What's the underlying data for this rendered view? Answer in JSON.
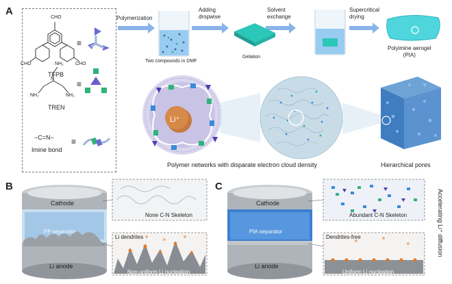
{
  "panels": {
    "a": {
      "letter": "A",
      "legend": {
        "tfpb_label": "TFPB",
        "tfpb_cho": "CHO",
        "tren_label": "TREN",
        "tren_nh2": "NH₂",
        "tren_n": "N",
        "imine_formula": "−C=N−",
        "imine_label": "Imine bond",
        "equiv": "≡"
      },
      "steps": {
        "polymerization": "Polymerization",
        "adding_dropwise": "Adding\ndropwise",
        "solvent_exchange": "Solvent\nexchange",
        "supercritical_drying": "Supercritical\ndrying"
      },
      "captions": {
        "two_compounds": "Two compounds in DMF",
        "gelation": "Gelation",
        "aerogel": "Polyimine aerogel\n(PIA)",
        "li_ion": "Li⁺",
        "networks": "Polymer networks with disparate electron cloud density",
        "pores": "Hierarchical pores"
      }
    },
    "b": {
      "letter": "B",
      "cathode": "Cathode",
      "separator": "PP separator",
      "anode": "Li anode",
      "skeleton": "None C-N Skeleton",
      "dendrites": "Li dendrites",
      "nucleation": "Non-uniform Li nucleation"
    },
    "c": {
      "letter": "C",
      "cathode": "Cathode",
      "separator": "PIA separator",
      "anode": "Li anode",
      "skeleton": "Abundant C-N Skeleton",
      "dendrites": "Dendrites-free",
      "nucleation": "Uniform Li nucleation",
      "side_label": "Accelerating Li⁺ diffusion"
    }
  },
  "colors": {
    "accent_blue": "#5b8fd6",
    "arrow_blue": "#8ab4e8",
    "teal": "#3cc4c0",
    "purple": "#6a5fc9",
    "green": "#2fb37a",
    "orange": "#e07a2a",
    "gray_metal": "#9ea4aa"
  }
}
